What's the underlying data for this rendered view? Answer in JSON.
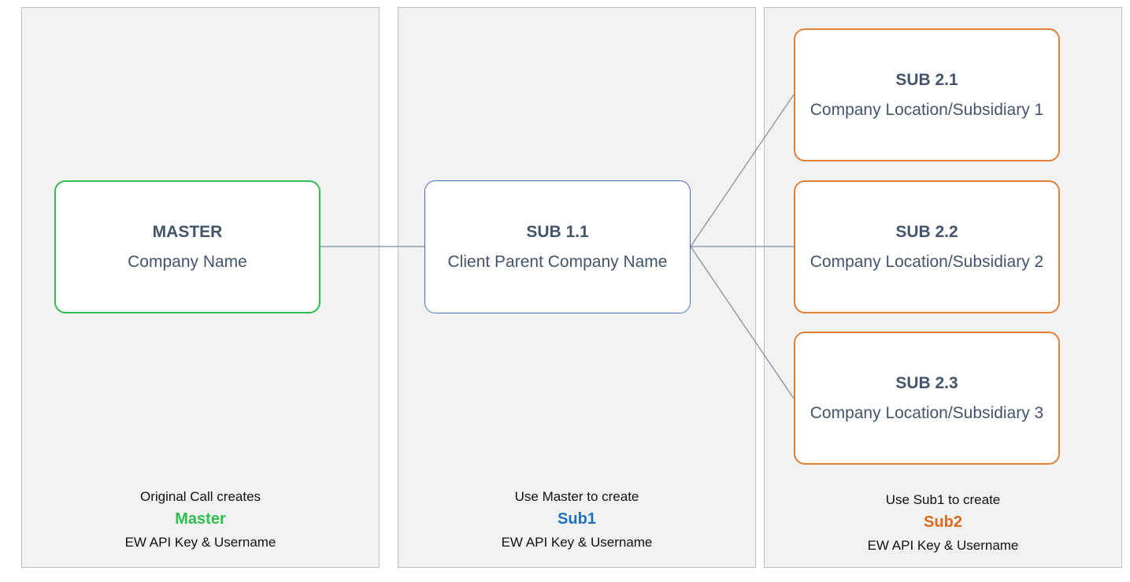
{
  "nodes": {
    "master": {
      "title": "MASTER",
      "subtitle": "Company Name",
      "border_color": "#2ebd4e"
    },
    "sub11": {
      "title": "SUB 1.1",
      "subtitle": "Client Parent Company Name",
      "border_color": "#4a72c4"
    },
    "sub21": {
      "title": "SUB 2.1",
      "subtitle": "Company Location/Subsidiary 1",
      "border_color": "#e2803a"
    },
    "sub22": {
      "title": "SUB 2.2",
      "subtitle": "Company Location/Subsidiary 2",
      "border_color": "#e2803a"
    },
    "sub23": {
      "title": "SUB 2.3",
      "subtitle": "Company Location/Subsidiary 3",
      "border_color": "#e2803a"
    }
  },
  "captions": {
    "master": {
      "line1": "Original Call creates",
      "key": "Master",
      "key_color": "#2ebd4e",
      "line3": "EW API Key & Username"
    },
    "sub1": {
      "line1": "Use Master to create",
      "key": "Sub1",
      "key_color": "#1f6fbf",
      "line3": "EW API Key & Username"
    },
    "sub2": {
      "line1": "Use Sub1 to create",
      "key": "Sub2",
      "key_color": "#d9691f",
      "line3": "EW API Key & Username"
    }
  },
  "colors": {
    "column_background": "#f2f2f2",
    "connector_line": "#7f8c9a",
    "node_text": "#44546a"
  }
}
